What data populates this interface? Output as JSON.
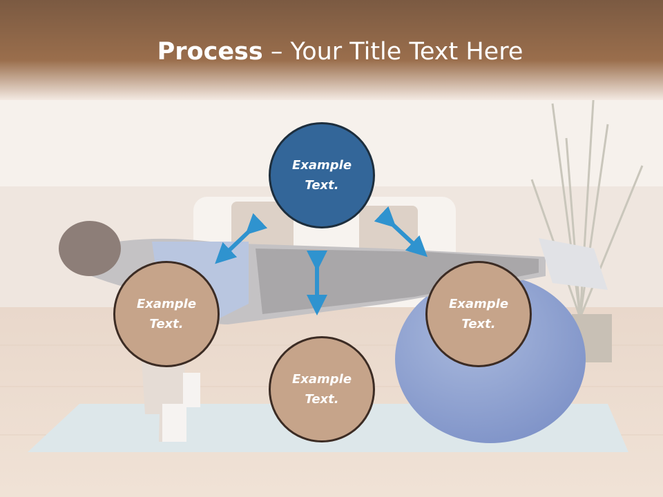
{
  "title": {
    "bold": "Process",
    "rest": " – Your Title Text Here"
  },
  "nodes": {
    "top": {
      "line1": "Example",
      "line2": "Text."
    },
    "left": {
      "line1": "Example",
      "line2": "Text."
    },
    "right": {
      "line1": "Example",
      "line2": "Text."
    },
    "bottom": {
      "line1": "Example",
      "line2": "Text."
    }
  },
  "colors": {
    "header": "#7b5a42",
    "center_circle": "#336699",
    "outer_circle": "#c6a48a",
    "arrow": "#2f93cf"
  },
  "background_image": "woman doing push-up with feet on exercise ball in living room"
}
